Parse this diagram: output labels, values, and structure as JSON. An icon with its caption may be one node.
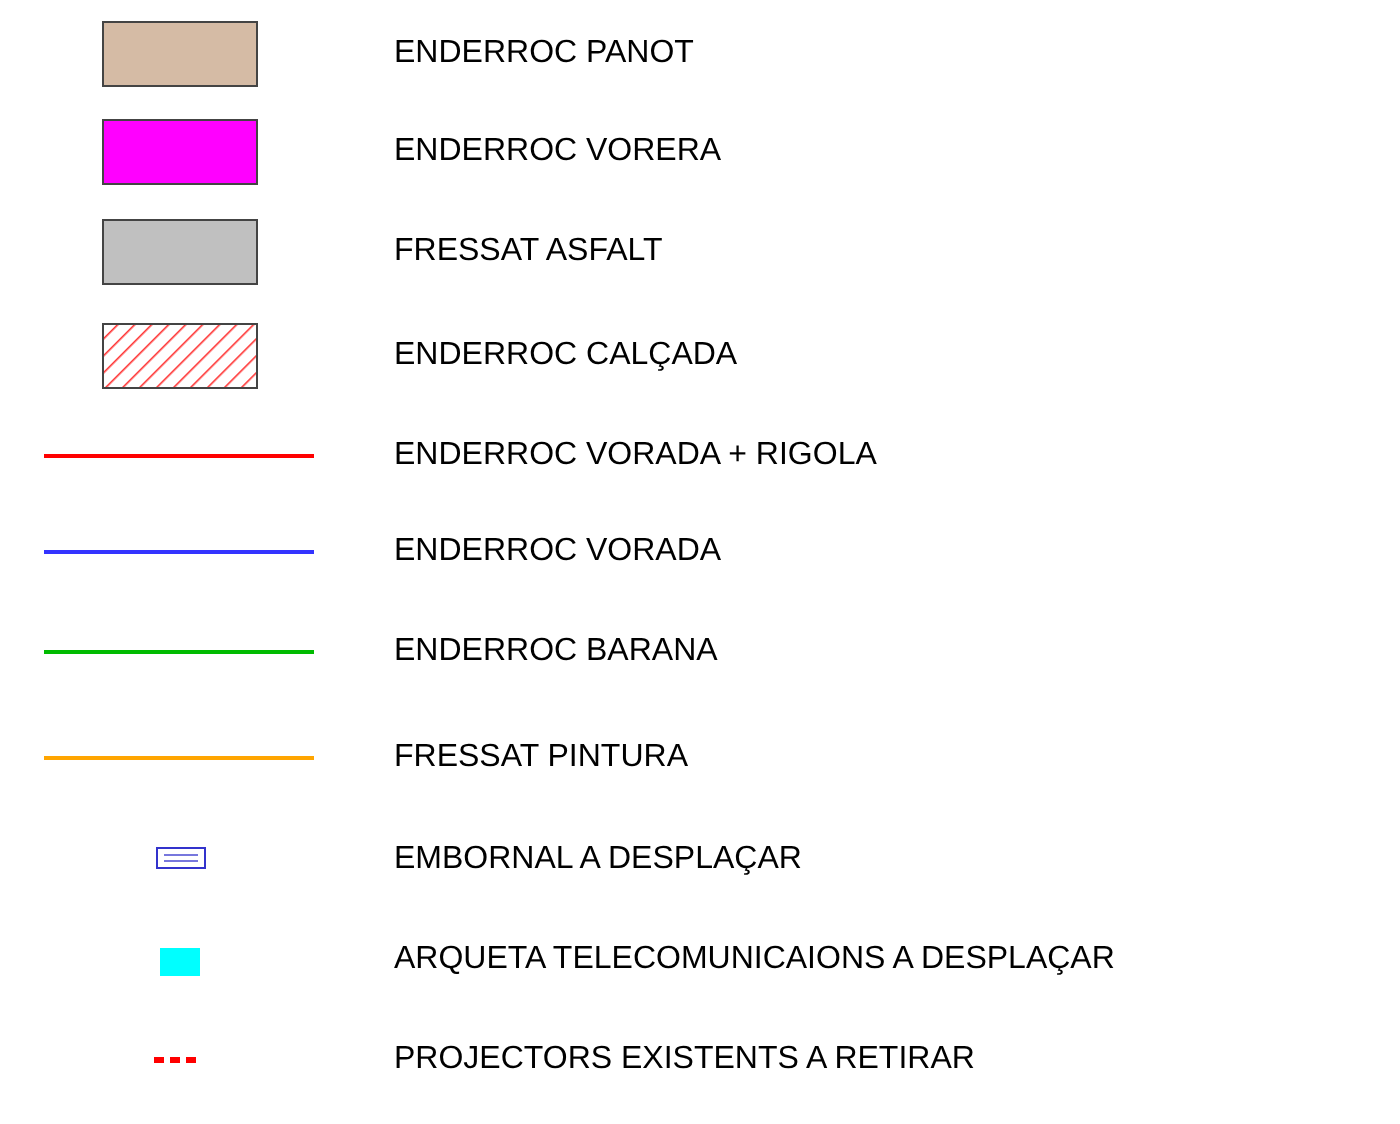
{
  "diagram": {
    "legend": [
      {
        "text": "ENDERROC PANOT",
        "color": "#d5bba5"
      },
      {
        "text": "ENDERROC VORERA",
        "color": "#ff00ff"
      },
      {
        "text": "FRESSAT ASFALT",
        "color": "#c0c0c0"
      },
      {
        "text": "ENDERROC CALÇADA"
      },
      {
        "text": "ENDERROC VORADA + RIGOLA"
      },
      {
        "text": "ENDERROC VORADA"
      },
      {
        "text": "ENDERROC BARANA"
      },
      {
        "text": "FRESSAT PINTURA"
      },
      {
        "text": "EMBORNAL A DESPLAÇAR"
      },
      {
        "text": "ARQUETA TELECOMUNICAIONS A DESPLAÇAR",
        "color": "#00ffff"
      },
      {
        "text": "PROJECTORS EXISTENTS A RETIRAR"
      }
    ]
  }
}
